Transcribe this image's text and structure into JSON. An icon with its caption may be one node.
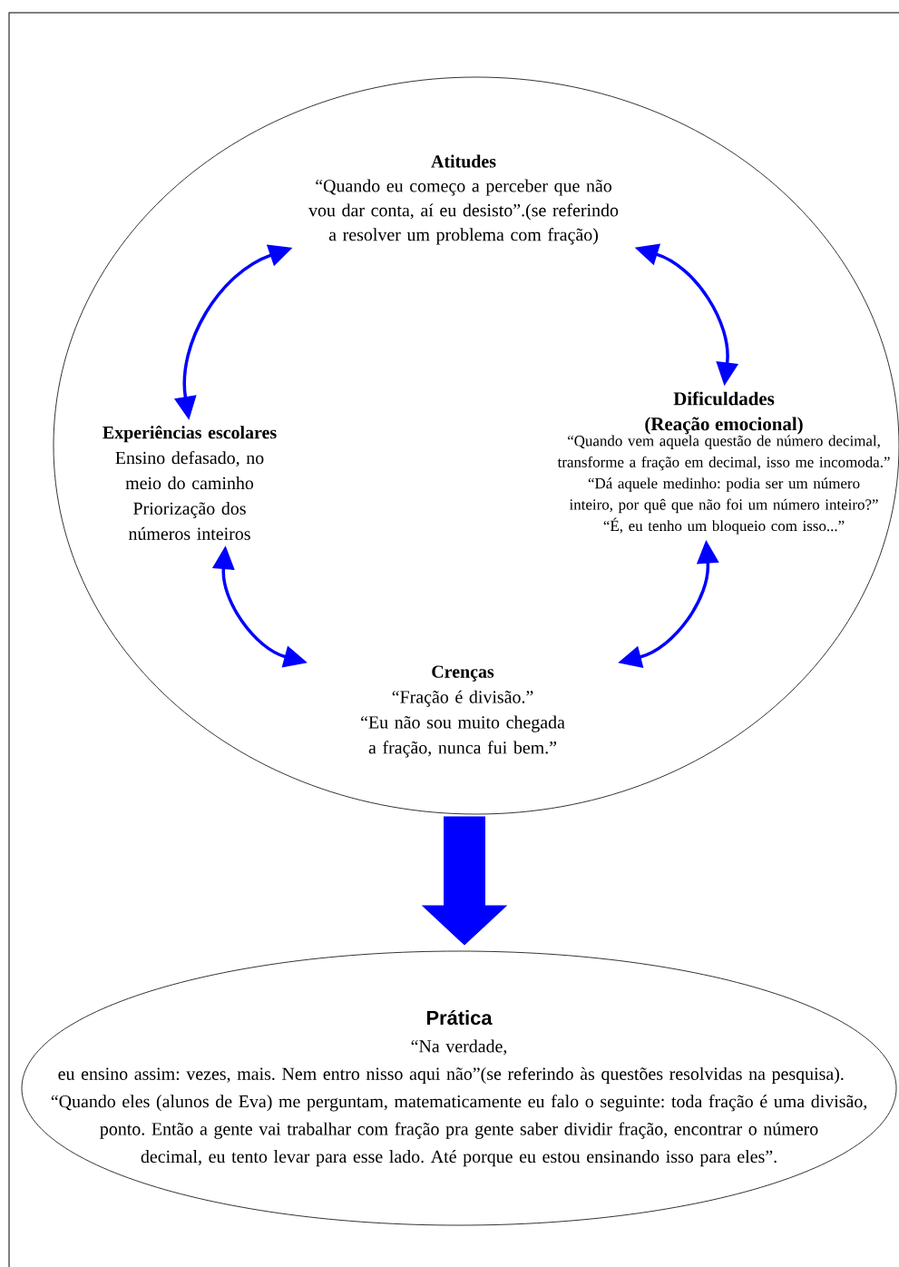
{
  "diagram": {
    "nodes": [
      {
        "text": [],
        "shape": "ellipse"
      },
      {
        "text": [
          "Atitudes",
          "“Quando eu começo a perceber que não vou dar conta, aí eu desisto”.(se referindo a resolver um problema com fração)"
        ],
        "in": 0
      },
      {
        "text": [
          "Dificuldades (Reação emocional)",
          "“Quando vem aquela questão de número decimal, transforme a fração em decimal, isso me incomoda.”",
          "“Dá aquele medinho: podia ser um número inteiro, por quê que não foi um número inteiro?”",
          "“É, eu tenho um bloqueio com isso...”"
        ],
        "in": 0
      },
      {
        "text": [
          "Experiências escolares",
          "Ensino defasado, no meio do caminho",
          "Priorização dos números inteiros"
        ],
        "in": 0
      },
      {
        "text": [
          "Crenças",
          "“Fração é divisão.”",
          "“Eu não sou muito chegada a fração, nunca fui bem.”"
        ],
        "in": 0
      },
      {
        "text": [
          "Prática",
          "“Na verdade, eu ensino assim: vezes, mais. Nem entro nisso aqui não”(se referindo às questões resolvidas na pesquisa).",
          "“Quando eles (alunos de Eva) me perguntam, matematicamente eu falo o seguinte: toda fração é uma divisão, ponto. Então a gente vai trabalhar com fração pra gente saber dividir fração, encontrar o número decimal, eu tento levar para esse lado. Até porque eu estou ensinando isso para eles”."
        ]
      }
    ],
    "edges": [
      {
        "from": 1,
        "to": 3,
        "arrow": "both"
      },
      {
        "from": 1,
        "to": 2,
        "arrow": "both"
      },
      {
        "from": 3,
        "to": 4,
        "arrow": "both"
      },
      {
        "from": 4,
        "to": 2,
        "arrow": "both"
      },
      {
        "from": 0,
        "to": 5,
        "arrow": "to",
        "style": "thick"
      }
    ]
  }
}
